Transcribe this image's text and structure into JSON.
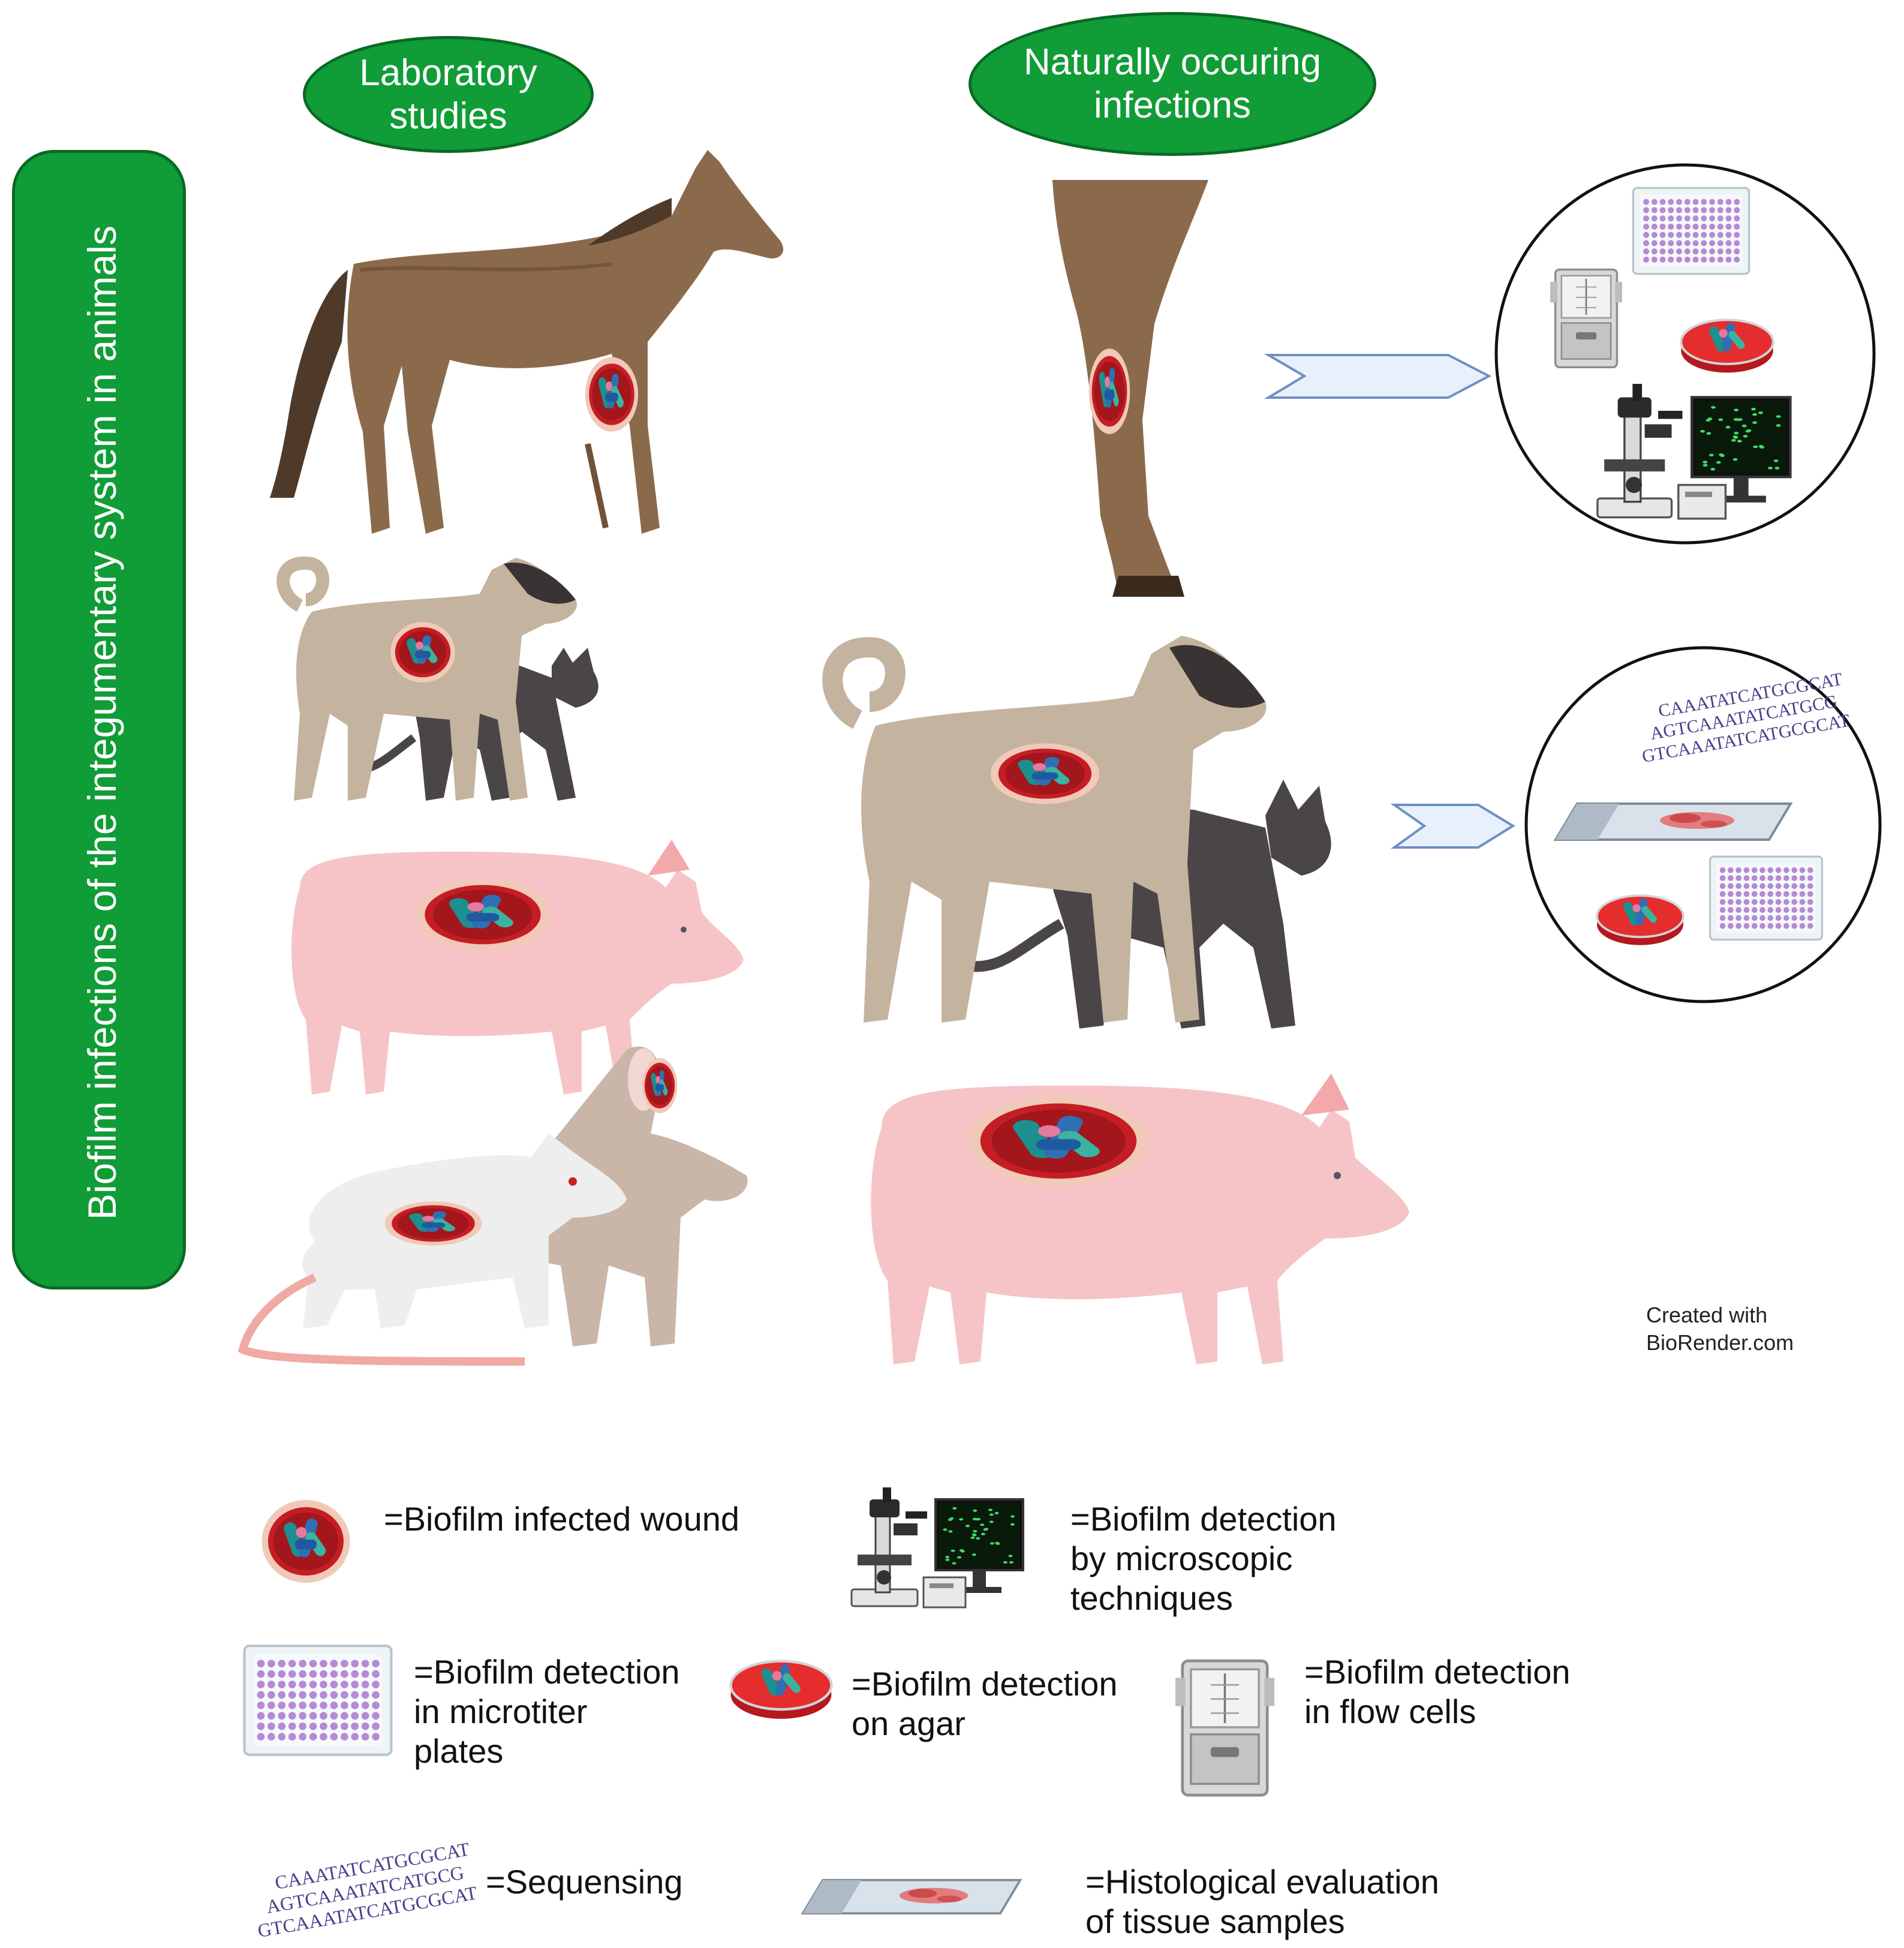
{
  "headers": {
    "laboratory": [
      "Laboratory",
      "studies"
    ],
    "natural": [
      "Naturally occuring",
      "infections"
    ]
  },
  "side_label": "Biofilm infections of the integumentary system in animals",
  "credit": [
    "Created with",
    "BioRender.com"
  ],
  "legend": {
    "wound": "=Biofilm infected wound",
    "microscopy": [
      "=Biofilm detection",
      "by microscopic",
      "techniques"
    ],
    "microtiter": [
      "=Biofilm detection",
      "in microtiter",
      "plates"
    ],
    "agar": [
      "=Biofilm detection",
      "on agar"
    ],
    "flow_cells": [
      "=Biofilm detection",
      "in flow cells"
    ],
    "sequencing": "=Sequensing",
    "histology": [
      "=Histological evaluation",
      "of tissue samples"
    ]
  },
  "dna_text": [
    "CAAATATCATGCGCAT",
    "AGTCAAATATCATGCG",
    "GTCAAATATCATGCGCAT"
  ],
  "colors": {
    "green": "#109c36",
    "horse": "#8b6a4c",
    "dog": "#c4b39f",
    "cat": "#4a4648",
    "pig": "#f6c4c6",
    "rat": "#eeeeee",
    "rabbit": "#c9b6a8",
    "wound": "#c41e24"
  }
}
